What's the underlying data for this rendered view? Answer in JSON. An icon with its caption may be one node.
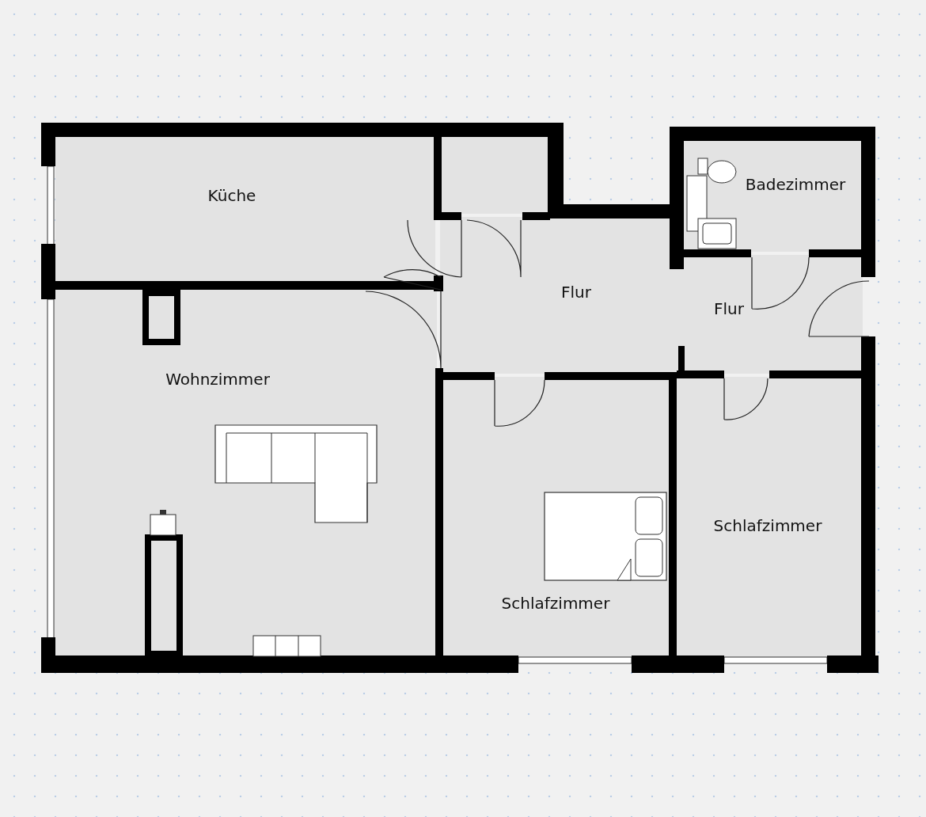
{
  "diagram": {
    "nodes": [
      {
        "text": [
          "Küche"
        ]
      },
      {
        "text": [],
        "shape": "box"
      },
      {
        "text": [
          "Badezimmer"
        ]
      },
      {
        "text": [
          "Flur"
        ]
      },
      {
        "text": [
          "Flur"
        ]
      },
      {
        "text": [
          "Wohnzimmer"
        ]
      },
      {
        "text": [
          "Schlafzimmer"
        ]
      },
      {
        "text": [
          "Schlafzimmer"
        ]
      }
    ]
  }
}
